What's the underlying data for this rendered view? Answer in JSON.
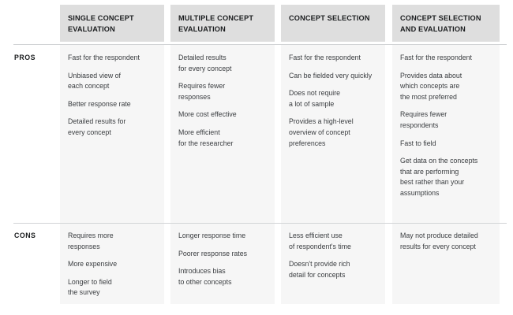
{
  "table": {
    "row_label_header": "",
    "columns": [
      {
        "id": "single-concept-evaluation",
        "header": "SINGLE CONCEPT\nEVALUATION"
      },
      {
        "id": "multiple-concept-evaluation",
        "header": "MULTIPLE CONCEPT\nEVALUATION"
      },
      {
        "id": "concept-selection",
        "header": "CONCEPT SELECTION"
      },
      {
        "id": "concept-selection-and-evaluation",
        "header": "CONCEPT SELECTION\nAND EVALUATION"
      }
    ],
    "rows": [
      {
        "id": "pros",
        "label": "PROS",
        "cells": [
          {
            "items": [
              "Fast for the respondent",
              "Unbiased view of\neach concept",
              "Better response rate",
              "Detailed results for\nevery concept"
            ]
          },
          {
            "items": [
              "Detailed results\nfor every concept",
              "Requires fewer\nresponses",
              "More cost effective",
              "More efficient\nfor the researcher"
            ]
          },
          {
            "items": [
              "Fast for the respondent",
              "Can be fielded very quickly",
              "Does not require\na lot of sample",
              "Provides a high-level\noverview of concept\npreferences"
            ]
          },
          {
            "items": [
              "Fast for the respondent",
              "Provides data about\nwhich concepts are\nthe most preferred",
              "Requires fewer\nrespondents",
              "Fast to field",
              "Get data on the concepts\nthat are performing\nbest rather than your\nassumptions"
            ]
          }
        ]
      },
      {
        "id": "cons",
        "label": "CONS",
        "cells": [
          {
            "items": [
              "Requires more\nresponses",
              "More expensive",
              "Longer to field\nthe survey"
            ]
          },
          {
            "items": [
              "Longer response time",
              "Poorer response rates",
              "Introduces bias\nto other concepts"
            ]
          },
          {
            "items": [
              "Less efficient use\nof respondent's time",
              "Doesn't provide rich\ndetail for concepts"
            ]
          },
          {
            "items": [
              "May not produce detailed\nresults for every concept"
            ]
          }
        ]
      }
    ],
    "colors": {
      "page_background": "#ffffff",
      "header_cell_background": "#dedede",
      "body_cell_background": "#f6f6f6",
      "divider": "#d2d4d6",
      "header_text": "#1b1d1f",
      "body_text": "#3a3d40"
    }
  }
}
